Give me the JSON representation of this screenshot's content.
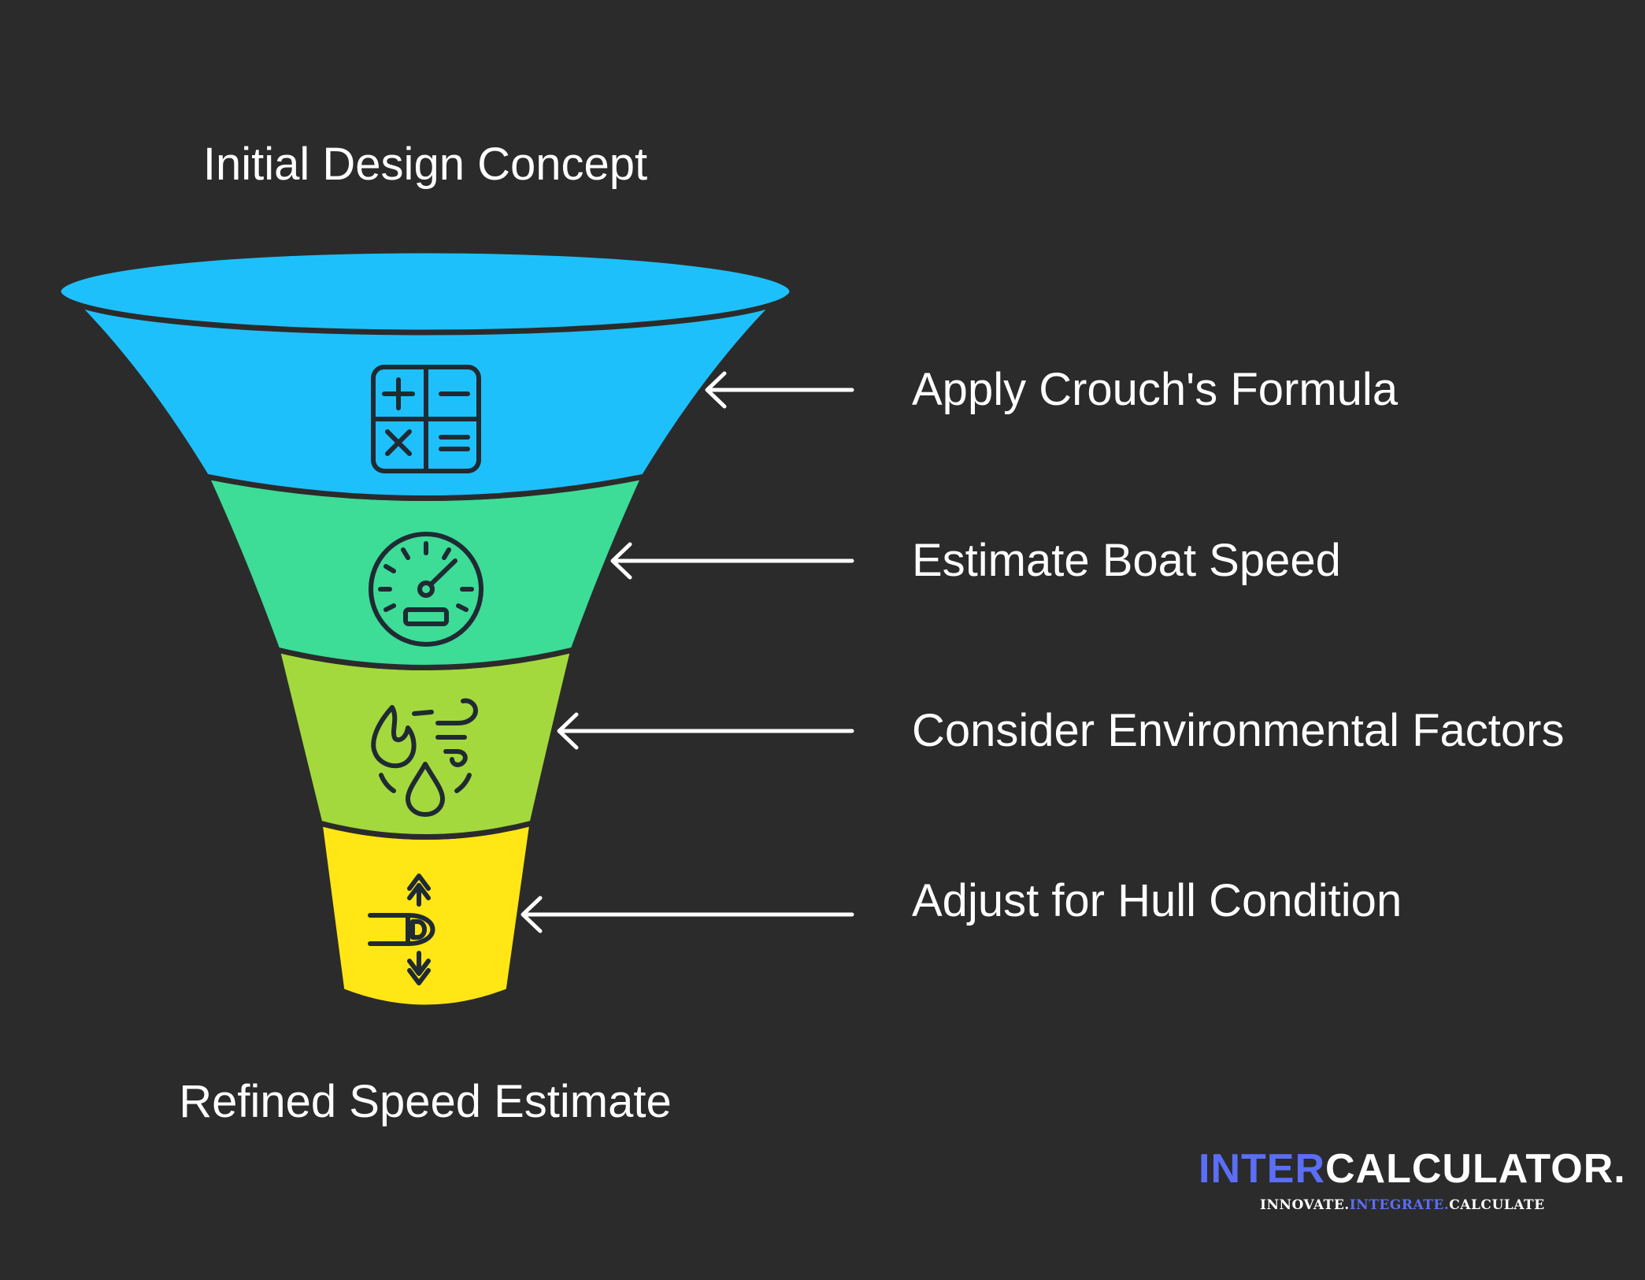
{
  "diagram": {
    "top_label": "Initial Design Concept",
    "bottom_label": "Refined Speed Estimate",
    "stages": [
      {
        "label": "Apply Crouch's Formula",
        "color": "#1ec0fb",
        "icon": "calculator-icon"
      },
      {
        "label": "Estimate Boat Speed",
        "color": "#3ddc97",
        "icon": "speedometer-icon"
      },
      {
        "label": "Consider Environmental Factors",
        "color": "#a3d93d",
        "icon": "elements-icon"
      },
      {
        "label": "Adjust for Hull Condition",
        "color": "#ffe614",
        "icon": "hull-adjust-icon"
      }
    ],
    "arrow_color": "#ffffff"
  },
  "logo": {
    "inter": "INTER",
    "calculator": "CALCULATOR.",
    "tagline_a": "INNOVATE.",
    "tagline_b": "INTEGRATE.",
    "tagline_c": "CALCULATE",
    "accent": "#5b6ef5"
  }
}
